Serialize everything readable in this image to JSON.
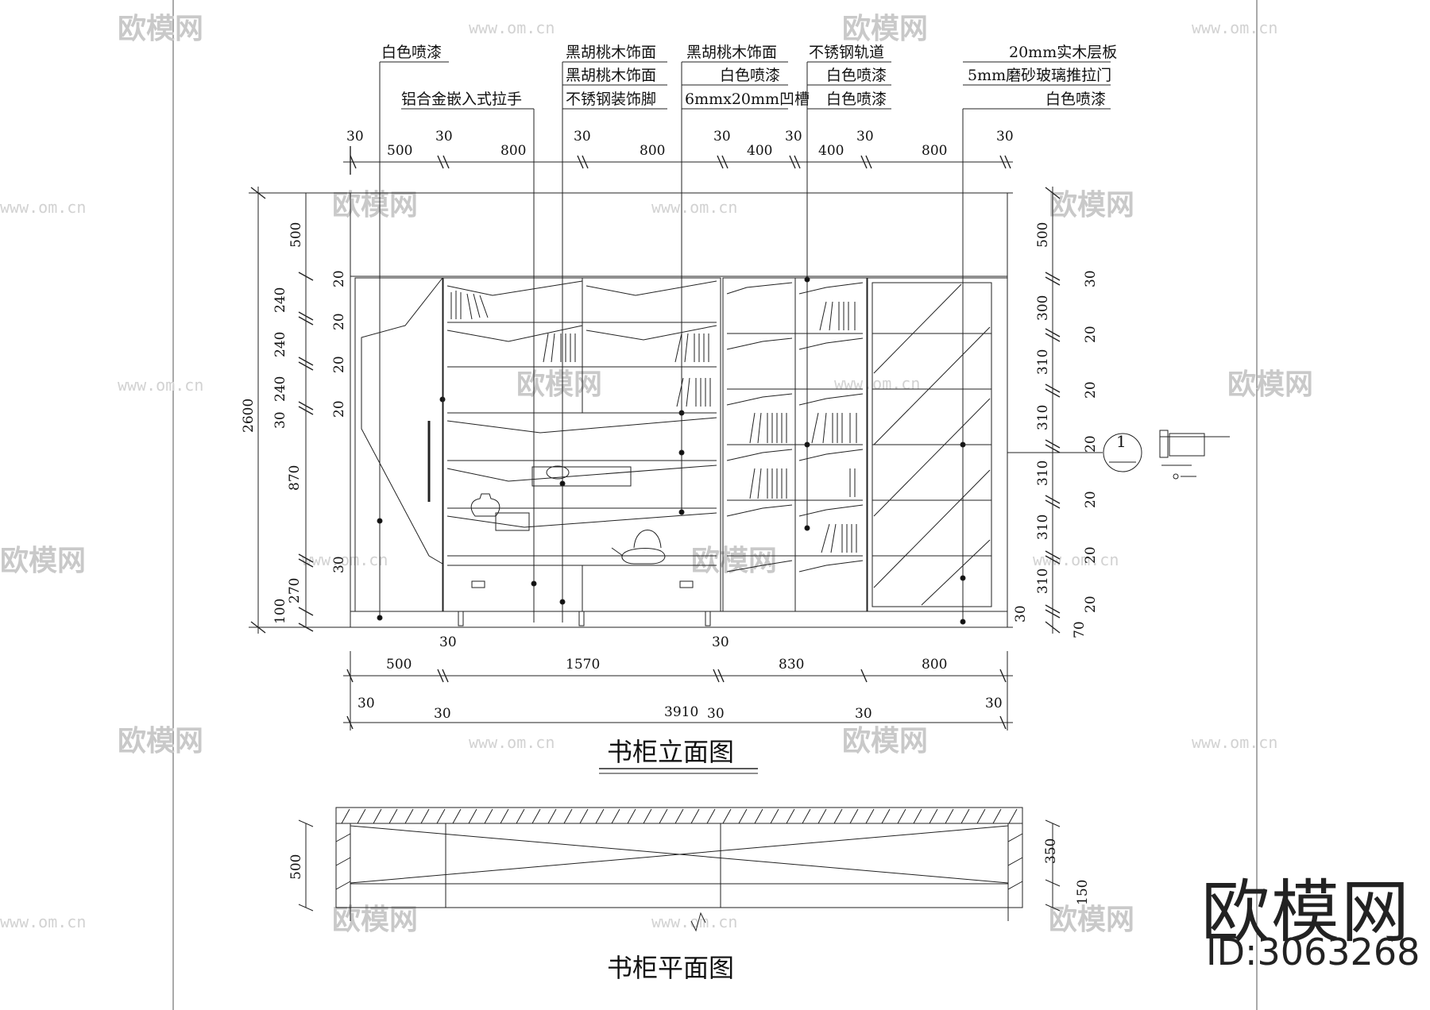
{
  "annotations_top": {
    "col1": [
      "白色喷漆",
      "铝合金嵌入式拉手"
    ],
    "col2": [
      "黑胡桃木饰面",
      "黑胡桃木饰面",
      "不锈钢装饰脚"
    ],
    "col3": [
      "黑胡桃木饰面",
      "白色喷漆",
      "6mmx20mm凹槽"
    ],
    "col4": [
      "不锈钢轨道",
      "白色喷漆",
      "白色喷漆"
    ],
    "col5": [
      "20mm实木层板",
      "5mm磨砂玻璃推拉门",
      "白色喷漆"
    ]
  },
  "dims_top": [
    "30",
    "500",
    "30",
    "800",
    "30",
    "800",
    "30",
    "400",
    "30",
    "400",
    "30",
    "800",
    "30"
  ],
  "dims_left": [
    "500",
    "20",
    "240",
    "20",
    "240",
    "20",
    "240",
    "20",
    "30",
    "870",
    "30",
    "270",
    "100"
  ],
  "dim_total_height": "2600",
  "dims_right": [
    "500",
    "30",
    "300",
    "20",
    "310",
    "20",
    "310",
    "20",
    "310",
    "20",
    "310",
    "20",
    "310",
    "20",
    "30",
    "70"
  ],
  "dims_bottom1": [
    "500",
    "30",
    "1570",
    "30",
    "830",
    "800"
  ],
  "dims_bottom2": [
    "30",
    "30",
    "3910",
    "30",
    "30",
    "30"
  ],
  "section_marker": "1",
  "elevation_title": "书柜立面图",
  "plan_title": "书柜平面图",
  "plan_dims_left": "500",
  "plan_dims_right": [
    "350",
    "150"
  ],
  "watermark_text": "欧模网",
  "watermark_url": "www.om.cn",
  "brand_name": "欧模网",
  "brand_id": "ID:3063268"
}
